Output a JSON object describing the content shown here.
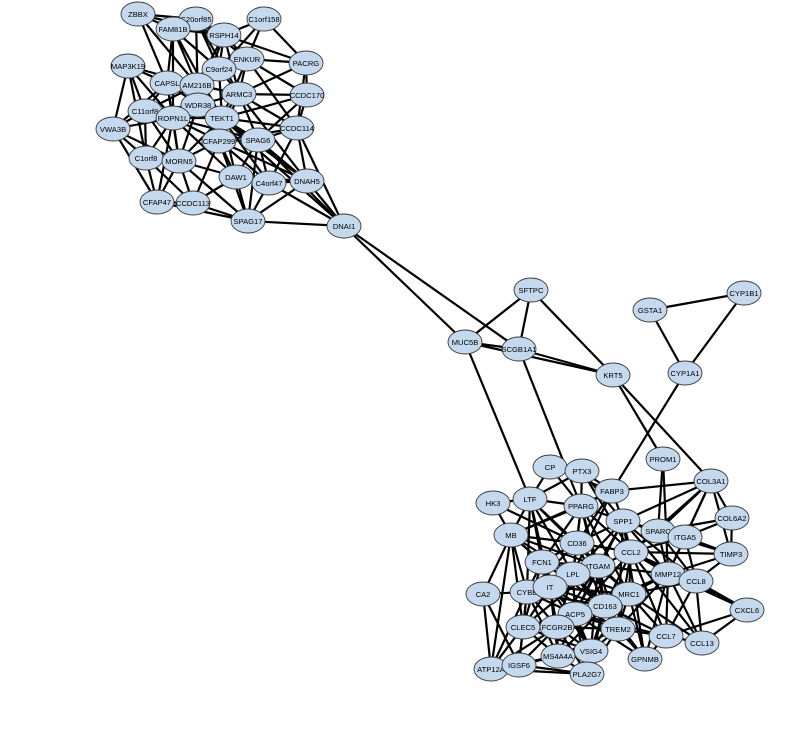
{
  "nodes": [
    "ZBBX",
    "C20orf85",
    "FAM81B",
    "C1orf158",
    "RSPH14",
    "ENKUR",
    "PACRG",
    "MAP3K19",
    "CAPSL",
    "C9orf24",
    "TMEM216B",
    "ARMC3",
    "CCDC170",
    "WDR38",
    "C11orf88",
    "ROPN1L",
    "TEKT1",
    "CCDC114",
    "VWA3B",
    "CFAP299",
    "SPAG6",
    "C1orf87",
    "MORN5",
    "DAW1",
    "C4orf47",
    "DNAH5",
    "CFAP47",
    "CCDC113",
    "SPAG17",
    "DNAI1",
    "SFTPC",
    "GSTA1",
    "CYP1B1",
    "MUC5B",
    "SCGB1A1",
    "KRT5",
    "CYP1A1",
    "PROM1",
    "CP",
    "PTX3",
    "HK3",
    "LTF",
    "FABP3",
    "COL3A1",
    "PPARG",
    "SPP1",
    "COL6A2",
    "MB",
    "SPARC",
    "ITGA5",
    "CD36",
    "FCN1",
    "CCL2",
    "TIMP3",
    "ITGAM",
    "LPL",
    "MMP12",
    "CCL8",
    "CA2",
    "CYBB",
    "ITGB2",
    "MRC1",
    "CD163",
    "CXCL6",
    "ACP5",
    "CLEC5A",
    "FCGR2B",
    "TREM2",
    "CCL7",
    "CCL13",
    "VSIG4",
    "MS4A4A",
    "GPNMB",
    "ATP12A",
    "IGSF6",
    "PLA2G7"
  ],
  "labels": {
    "ZBBX": "ZBBX",
    "C20orf85": "C20orf85",
    "FAM81B": "FAM81B",
    "C1orf158": "C1orf158",
    "RSPH14": "RSPH14",
    "ENKUR": "ENKUR",
    "PACRG": "PACRG",
    "MAP3K19": "MAP3K19",
    "CAPSL": "CAPSL",
    "C9orf24": "C9orf24",
    "TMEM216B": "AM216B",
    "ARMC3": "ARMC3",
    "CCDC170": "CCDC170",
    "WDR38": "WDR38",
    "C11orf88": "C11orf8",
    "ROPN1L": "ROPN1L",
    "TEKT1": "TEKT1",
    "CCDC114": "CCDC114",
    "VWA3B": "VWA3B",
    "CFAP299": "CFAP299",
    "SPAG6": "SPAG6",
    "C1orf87": "C1orf8",
    "MORN5": "MORN5",
    "DAW1": "DAW1",
    "C4orf47": "C4orf47",
    "DNAH5": "DNAH5",
    "CFAP47": "CFAP47",
    "CCDC113": "CCDC113",
    "SPAG17": "SPAG17",
    "DNAI1": "DNAI1",
    "SFTPC": "SFTPC",
    "GSTA1": "GSTA1",
    "CYP1B1": "CYP1B1",
    "MUC5B": "MUC5B",
    "SCGB1A1": "SCGB1A1",
    "KRT5": "KRT5",
    "CYP1A1": "CYP1A1",
    "PROM1": "PROM1",
    "CP": "CP",
    "PTX3": "PTX3",
    "HK3": "HK3",
    "LTF": "LTF",
    "FABP3": "FABP3",
    "COL3A1": "COL3A1",
    "PPARG": "PPARG",
    "SPP1": "SPP1",
    "COL6A2": "COL6A2",
    "MB": "MB",
    "SPARC": "SPARC",
    "ITGA5": "ITGA5",
    "CD36": "CD36",
    "FCN1": "FCN1",
    "CCL2": "CCL2",
    "TIMP3": "TIMP3",
    "ITGAM": "ITGAM",
    "LPL": "LPL",
    "MMP12": "MMP12",
    "CCL8": "CCL8",
    "CA2": "CA2",
    "CYBB": "CYBB",
    "ITGB2": "IT",
    "MRC1": "MRC1",
    "CD163": "CD163",
    "CXCL6": "CXCL6",
    "ACP5": "ACP5",
    "CLEC5A": "CLEC5",
    "FCGR2B": "FCGR2B",
    "TREM2": "TREM2",
    "CCL7": "CCL7",
    "CCL13": "CCL13",
    "VSIG4": "VSIG4",
    "MS4A4A": "MS4A4A",
    "GPNMB": "GPNMB",
    "ATP12A": "ATP12A",
    "IGSF6": "IGSF6",
    "PLA2G7": "PLA2G7"
  },
  "colors": {
    "node_fill": "#c5d9ee",
    "node_stroke": "#3c3c3c",
    "edge": "#000000",
    "background": "#ffffff"
  },
  "edges": [
    [
      "ZBBX",
      "FAM81B"
    ],
    [
      "ZBBX",
      "C20orf85"
    ],
    [
      "ZBBX",
      "CAPSL"
    ],
    [
      "ZBBX",
      "RSPH14"
    ],
    [
      "ZBBX",
      "TMEM216B"
    ],
    [
      "C20orf85",
      "FAM81B"
    ],
    [
      "C20orf85",
      "RSPH14"
    ],
    [
      "C20orf85",
      "ENKUR"
    ],
    [
      "C20orf85",
      "WDR38"
    ],
    [
      "C20orf85",
      "C9orf24"
    ],
    [
      "C20orf85",
      "ARMC3"
    ],
    [
      "FAM81B",
      "RSPH14"
    ],
    [
      "FAM81B",
      "CAPSL"
    ],
    [
      "FAM81B",
      "TMEM216B"
    ],
    [
      "FAM81B",
      "C9orf24"
    ],
    [
      "FAM81B",
      "ROPN1L"
    ],
    [
      "FAM81B",
      "TEKT1"
    ],
    [
      "C1orf158",
      "ENKUR"
    ],
    [
      "C1orf158",
      "PACRG"
    ],
    [
      "C1orf158",
      "RSPH14"
    ],
    [
      "C1orf158",
      "C9orf24"
    ],
    [
      "RSPH14",
      "ENKUR"
    ],
    [
      "RSPH14",
      "PACRG"
    ],
    [
      "RSPH14",
      "C9orf24"
    ],
    [
      "RSPH14",
      "TMEM216B"
    ],
    [
      "RSPH14",
      "ARMC3"
    ],
    [
      "RSPH14",
      "WDR38"
    ],
    [
      "ENKUR",
      "PACRG"
    ],
    [
      "ENKUR",
      "ARMC3"
    ],
    [
      "ENKUR",
      "C9orf24"
    ],
    [
      "ENKUR",
      "TMEM216B"
    ],
    [
      "ENKUR",
      "CCDC170"
    ],
    [
      "ENKUR",
      "TEKT1"
    ],
    [
      "ENKUR",
      "CCDC114"
    ],
    [
      "PACRG",
      "CCDC170"
    ],
    [
      "PACRG",
      "ARMC3"
    ],
    [
      "PACRG",
      "CCDC114"
    ],
    [
      "MAP3K19",
      "CAPSL"
    ],
    [
      "MAP3K19",
      "C11orf88"
    ],
    [
      "MAP3K19",
      "VWA3B"
    ],
    [
      "MAP3K19",
      "TMEM216B"
    ],
    [
      "MAP3K19",
      "ROPN1L"
    ],
    [
      "MAP3K19",
      "C1orf87"
    ],
    [
      "CAPSL",
      "TMEM216B"
    ],
    [
      "CAPSL",
      "C11orf88"
    ],
    [
      "CAPSL",
      "ROPN1L"
    ],
    [
      "CAPSL",
      "WDR38"
    ],
    [
      "CAPSL",
      "C9orf24"
    ],
    [
      "CAPSL",
      "MORN5"
    ],
    [
      "CAPSL",
      "VWA3B"
    ],
    [
      "C9orf24",
      "TMEM216B"
    ],
    [
      "C9orf24",
      "ARMC3"
    ],
    [
      "C9orf24",
      "WDR38"
    ],
    [
      "C9orf24",
      "TEKT1"
    ],
    [
      "TMEM216B",
      "ARMC3"
    ],
    [
      "TMEM216B",
      "WDR38"
    ],
    [
      "TMEM216B",
      "ROPN1L"
    ],
    [
      "TMEM216B",
      "TEKT1"
    ],
    [
      "TMEM216B",
      "C11orf88"
    ],
    [
      "TMEM216B",
      "CFAP299"
    ],
    [
      "ARMC3",
      "CCDC170"
    ],
    [
      "ARMC3",
      "CCDC114"
    ],
    [
      "ARMC3",
      "WDR38"
    ],
    [
      "ARMC3",
      "TEKT1"
    ],
    [
      "ARMC3",
      "SPAG6"
    ],
    [
      "ARMC3",
      "CFAP299"
    ],
    [
      "ARMC3",
      "DNAH5"
    ],
    [
      "CCDC170",
      "CCDC114"
    ],
    [
      "CCDC170",
      "TEKT1"
    ],
    [
      "CCDC170",
      "SPAG6"
    ],
    [
      "WDR38",
      "ROPN1L"
    ],
    [
      "WDR38",
      "TEKT1"
    ],
    [
      "WDR38",
      "C11orf88"
    ],
    [
      "WDR38",
      "CFAP299"
    ],
    [
      "WDR38",
      "SPAG6"
    ],
    [
      "WDR38",
      "MORN5"
    ],
    [
      "C11orf88",
      "ROPN1L"
    ],
    [
      "C11orf88",
      "VWA3B"
    ],
    [
      "C11orf88",
      "C1orf87"
    ],
    [
      "C11orf88",
      "MORN5"
    ],
    [
      "C11orf88",
      "TEKT1"
    ],
    [
      "ROPN1L",
      "TEKT1"
    ],
    [
      "ROPN1L",
      "MORN5"
    ],
    [
      "ROPN1L",
      "C1orf87"
    ],
    [
      "ROPN1L",
      "CFAP299"
    ],
    [
      "ROPN1L",
      "VWA3B"
    ],
    [
      "ROPN1L",
      "CFAP47"
    ],
    [
      "ROPN1L",
      "DAW1"
    ],
    [
      "ROPN1L",
      "SPAG6"
    ],
    [
      "TEKT1",
      "CFAP299"
    ],
    [
      "TEKT1",
      "SPAG6"
    ],
    [
      "TEKT1",
      "CCDC114"
    ],
    [
      "TEKT1",
      "MORN5"
    ],
    [
      "TEKT1",
      "DAW1"
    ],
    [
      "TEKT1",
      "C4orf47"
    ],
    [
      "TEKT1",
      "DNAH5"
    ],
    [
      "TEKT1",
      "DNAI1"
    ],
    [
      "CCDC114",
      "SPAG6"
    ],
    [
      "CCDC114",
      "DNAH5"
    ],
    [
      "CCDC114",
      "CFAP299"
    ],
    [
      "CCDC114",
      "C4orf47"
    ],
    [
      "CCDC114",
      "DNAI1"
    ],
    [
      "VWA3B",
      "C1orf87"
    ],
    [
      "VWA3B",
      "MORN5"
    ],
    [
      "VWA3B",
      "CFAP47"
    ],
    [
      "CFAP299",
      "SPAG6"
    ],
    [
      "CFAP299",
      "MORN5"
    ],
    [
      "CFAP299",
      "DAW1"
    ],
    [
      "CFAP299",
      "C4orf47"
    ],
    [
      "CFAP299",
      "DNAH5"
    ],
    [
      "CFAP299",
      "CCDC113"
    ],
    [
      "CFAP299",
      "SPAG17"
    ],
    [
      "SPAG6",
      "DAW1"
    ],
    [
      "SPAG6",
      "C4orf47"
    ],
    [
      "SPAG6",
      "DNAH5"
    ],
    [
      "SPAG6",
      "SPAG17"
    ],
    [
      "SPAG6",
      "DNAI1"
    ],
    [
      "C1orf87",
      "MORN5"
    ],
    [
      "C1orf87",
      "CFAP47"
    ],
    [
      "C1orf87",
      "CCDC113"
    ],
    [
      "MORN5",
      "CFAP47"
    ],
    [
      "MORN5",
      "CCDC113"
    ],
    [
      "MORN5",
      "DAW1"
    ],
    [
      "MORN5",
      "SPAG17"
    ],
    [
      "DAW1",
      "C4orf47"
    ],
    [
      "DAW1",
      "DNAH5"
    ],
    [
      "DAW1",
      "SPAG17"
    ],
    [
      "DAW1",
      "CCDC113"
    ],
    [
      "C4orf47",
      "DNAH5"
    ],
    [
      "C4orf47",
      "SPAG17"
    ],
    [
      "C4orf47",
      "DNAI1"
    ],
    [
      "DNAH5",
      "DNAI1"
    ],
    [
      "DNAH5",
      "SPAG17"
    ],
    [
      "CFAP47",
      "CCDC113"
    ],
    [
      "CFAP47",
      "SPAG17"
    ],
    [
      "CCDC113",
      "SPAG17"
    ],
    [
      "SPAG17",
      "DNAI1"
    ],
    [
      "DNAI1",
      "MUC5B"
    ],
    [
      "DNAI1",
      "SCGB1A1"
    ],
    [
      "SFTPC",
      "MUC5B"
    ],
    [
      "SFTPC",
      "SCGB1A1"
    ],
    [
      "SFTPC",
      "KRT5"
    ],
    [
      "MUC5B",
      "SCGB1A1"
    ],
    [
      "MUC5B",
      "KRT5"
    ],
    [
      "MUC5B",
      "LTF"
    ],
    [
      "SCGB1A1",
      "KRT5"
    ],
    [
      "SCGB1A1",
      "PPARG"
    ],
    [
      "KRT5",
      "COL3A1"
    ],
    [
      "KRT5",
      "PROM1"
    ],
    [
      "GSTA1",
      "CYP1B1"
    ],
    [
      "GSTA1",
      "CYP1A1"
    ],
    [
      "CYP1B1",
      "CYP1A1"
    ],
    [
      "CYP1A1",
      "FABP3"
    ],
    [
      "PROM1",
      "SPARC"
    ],
    [
      "PROM1",
      "MMP12"
    ],
    [
      "CP",
      "PTX3"
    ],
    [
      "CP",
      "LTF"
    ],
    [
      "CP",
      "PPARG"
    ],
    [
      "CP",
      "FABP3"
    ],
    [
      "PTX3",
      "LTF"
    ],
    [
      "PTX3",
      "SPP1"
    ],
    [
      "PTX3",
      "PPARG"
    ],
    [
      "PTX3",
      "FABP3"
    ],
    [
      "PTX3",
      "CCL2"
    ],
    [
      "HK3",
      "LTF"
    ],
    [
      "HK3",
      "MB"
    ],
    [
      "HK3",
      "CD36"
    ],
    [
      "LTF",
      "MB"
    ],
    [
      "LTF",
      "PPARG"
    ],
    [
      "LTF",
      "CD36"
    ],
    [
      "LTF",
      "FCN1"
    ],
    [
      "LTF",
      "CYBB"
    ],
    [
      "LTF",
      "ITGAM"
    ],
    [
      "LTF",
      "ITGB2"
    ],
    [
      "LTF",
      "LPL"
    ],
    [
      "FABP3",
      "PPARG"
    ],
    [
      "FABP3",
      "SPP1"
    ],
    [
      "FABP3",
      "CD36"
    ],
    [
      "FABP3",
      "LPL"
    ],
    [
      "FABP3",
      "COL3A1"
    ],
    [
      "FABP3",
      "MB"
    ],
    [
      "COL3A1",
      "SPP1"
    ],
    [
      "COL3A1",
      "SPARC"
    ],
    [
      "COL3A1",
      "COL6A2"
    ],
    [
      "COL3A1",
      "TIMP3"
    ],
    [
      "COL3A1",
      "ITGA5"
    ],
    [
      "COL3A1",
      "CCL2"
    ],
    [
      "COL3A1",
      "MMP12"
    ],
    [
      "PPARG",
      "SPP1"
    ],
    [
      "PPARG",
      "CD36"
    ],
    [
      "PPARG",
      "LPL"
    ],
    [
      "PPARG",
      "MB"
    ],
    [
      "PPARG",
      "ITGAM"
    ],
    [
      "PPARG",
      "CCL2"
    ],
    [
      "PPARG",
      "FCN1"
    ],
    [
      "PPARG",
      "MRC1"
    ],
    [
      "PPARG",
      "CD163"
    ],
    [
      "SPP1",
      "CCL2"
    ],
    [
      "SPP1",
      "SPARC"
    ],
    [
      "SPP1",
      "ITGA5"
    ],
    [
      "SPP1",
      "MMP12"
    ],
    [
      "SPP1",
      "CD36"
    ],
    [
      "SPP1",
      "ITGAM"
    ],
    [
      "SPP1",
      "CCL8"
    ],
    [
      "SPP1",
      "ACP5"
    ],
    [
      "SPP1",
      "TREM2"
    ],
    [
      "SPP1",
      "TIMP3"
    ],
    [
      "SPP1",
      "GPNMB"
    ],
    [
      "SPP1",
      "LPL"
    ],
    [
      "COL6A2",
      "SPARC"
    ],
    [
      "COL6A2",
      "TIMP3"
    ],
    [
      "COL6A2",
      "ITGA5"
    ],
    [
      "MB",
      "CD36"
    ],
    [
      "MB",
      "FCN1"
    ],
    [
      "MB",
      "CYBB"
    ],
    [
      "MB",
      "ITGAM"
    ],
    [
      "MB",
      "LPL"
    ],
    [
      "MB",
      "CA2"
    ],
    [
      "MB",
      "ATP12A"
    ],
    [
      "MB",
      "CLEC5A"
    ],
    [
      "SPARC",
      "ITGA5"
    ],
    [
      "SPARC",
      "CCL2"
    ],
    [
      "SPARC",
      "MMP12"
    ],
    [
      "SPARC",
      "TIMP3"
    ],
    [
      "SPARC",
      "CCL8"
    ],
    [
      "ITGA5",
      "CCL2"
    ],
    [
      "ITGA5",
      "MMP12"
    ],
    [
      "ITGA5",
      "TIMP3"
    ],
    [
      "ITGA5",
      "CCL8"
    ],
    [
      "CD36",
      "FCN1"
    ],
    [
      "CD36",
      "ITGAM"
    ],
    [
      "CD36",
      "LPL"
    ],
    [
      "CD36",
      "CCL2"
    ],
    [
      "CD36",
      "MRC1"
    ],
    [
      "CD36",
      "CD163"
    ],
    [
      "CD36",
      "CYBB"
    ],
    [
      "FCN1",
      "ITGAM"
    ],
    [
      "FCN1",
      "LPL"
    ],
    [
      "FCN1",
      "CYBB"
    ],
    [
      "FCN1",
      "ITGB2"
    ],
    [
      "FCN1",
      "CD163"
    ],
    [
      "FCN1",
      "VSIG4"
    ],
    [
      "FCN1",
      "CLEC5A"
    ],
    [
      "CCL2",
      "ITGAM"
    ],
    [
      "CCL2",
      "MMP12"
    ],
    [
      "CCL2",
      "CCL8"
    ],
    [
      "CCL2",
      "MRC1"
    ],
    [
      "CCL2",
      "CD163"
    ],
    [
      "CCL2",
      "CCL7"
    ],
    [
      "CCL2",
      "CCL13"
    ],
    [
      "CCL2",
      "CXCL6"
    ],
    [
      "CCL2",
      "TIMP3"
    ],
    [
      "CCL2",
      "TREM2"
    ],
    [
      "CCL2",
      "ACP5"
    ],
    [
      "ITGAM",
      "LPL"
    ],
    [
      "ITGAM",
      "ITGB2"
    ],
    [
      "ITGAM",
      "CYBB"
    ],
    [
      "ITGAM",
      "MRC1"
    ],
    [
      "ITGAM",
      "CD163"
    ],
    [
      "ITGAM",
      "ACP5"
    ],
    [
      "ITGAM",
      "FCGR2B"
    ],
    [
      "ITGAM",
      "TREM2"
    ],
    [
      "ITGAM",
      "CLEC5A"
    ],
    [
      "ITGAM",
      "MMP12"
    ],
    [
      "ITGAM",
      "VSIG4"
    ],
    [
      "LPL",
      "MRC1"
    ],
    [
      "LPL",
      "CD163"
    ],
    [
      "LPL",
      "ACP5"
    ],
    [
      "LPL",
      "ITGB2"
    ],
    [
      "LPL",
      "TREM2"
    ],
    [
      "LPL",
      "GPNMB"
    ],
    [
      "LPL",
      "FCGR2B"
    ],
    [
      "MMP12",
      "CCL8"
    ],
    [
      "MMP12",
      "CCL7"
    ],
    [
      "MMP12",
      "CCL13"
    ],
    [
      "MMP12",
      "MRC1"
    ],
    [
      "MMP12",
      "CD163"
    ],
    [
      "MMP12",
      "ACP5"
    ],
    [
      "MMP12",
      "TREM2"
    ],
    [
      "MMP12",
      "GPNMB"
    ],
    [
      "MMP12",
      "CXCL6"
    ],
    [
      "MMP12",
      "TIMP3"
    ],
    [
      "CCL8",
      "CCL7"
    ],
    [
      "CCL8",
      "CCL13"
    ],
    [
      "CCL8",
      "CXCL6"
    ],
    [
      "CCL8",
      "MRC1"
    ],
    [
      "CCL8",
      "TIMP3"
    ],
    [
      "CA2",
      "CYBB"
    ],
    [
      "CA2",
      "ATP12A"
    ],
    [
      "CA2",
      "IGSF6"
    ],
    [
      "CYBB",
      "ITGB2"
    ],
    [
      "CYBB",
      "CLEC5A"
    ],
    [
      "CYBB",
      "FCGR2B"
    ],
    [
      "CYBB",
      "MS4A4A"
    ],
    [
      "CYBB",
      "ACP5"
    ],
    [
      "CYBB",
      "IGSF6"
    ],
    [
      "CYBB",
      "ATP12A"
    ],
    [
      "CYBB",
      "CD163"
    ],
    [
      "ITGB2",
      "ACP5"
    ],
    [
      "ITGB2",
      "CLEC5A"
    ],
    [
      "ITGB2",
      "FCGR2B"
    ],
    [
      "ITGB2",
      "MRC1"
    ],
    [
      "ITGB2",
      "CD163"
    ],
    [
      "ITGB2",
      "MS4A4A"
    ],
    [
      "ITGB2",
      "VSIG4"
    ],
    [
      "ITGB2",
      "TREM2"
    ],
    [
      "MRC1",
      "CD163"
    ],
    [
      "MRC1",
      "ACP5"
    ],
    [
      "MRC1",
      "TREM2"
    ],
    [
      "MRC1",
      "CCL7"
    ],
    [
      "MRC1",
      "CCL13"
    ],
    [
      "MRC1",
      "VSIG4"
    ],
    [
      "MRC1",
      "FCGR2B"
    ],
    [
      "MRC1",
      "GPNMB"
    ],
    [
      "CD163",
      "ACP5"
    ],
    [
      "CD163",
      "FCGR2B"
    ],
    [
      "CD163",
      "TREM2"
    ],
    [
      "CD163",
      "VSIG4"
    ],
    [
      "CD163",
      "MS4A4A"
    ],
    [
      "CD163",
      "CCL7"
    ],
    [
      "CD163",
      "GPNMB"
    ],
    [
      "CD163",
      "CLEC5A"
    ],
    [
      "CD163",
      "PLA2G7"
    ],
    [
      "CXCL6",
      "CCL13"
    ],
    [
      "CXCL6",
      "CCL7"
    ],
    [
      "ACP5",
      "FCGR2B"
    ],
    [
      "ACP5",
      "TREM2"
    ],
    [
      "ACP5",
      "VSIG4"
    ],
    [
      "ACP5",
      "MS4A4A"
    ],
    [
      "ACP5",
      "CLEC5A"
    ],
    [
      "ACP5",
      "GPNMB"
    ],
    [
      "ACP5",
      "PLA2G7"
    ],
    [
      "ACP5",
      "CCL7"
    ],
    [
      "CLEC5A",
      "FCGR2B"
    ],
    [
      "CLEC5A",
      "MS4A4A"
    ],
    [
      "CLEC5A",
      "IGSF6"
    ],
    [
      "CLEC5A",
      "ATP12A"
    ],
    [
      "CLEC5A",
      "VSIG4"
    ],
    [
      "FCGR2B",
      "VSIG4"
    ],
    [
      "FCGR2B",
      "MS4A4A"
    ],
    [
      "FCGR2B",
      "TREM2"
    ],
    [
      "FCGR2B",
      "IGSF6"
    ],
    [
      "FCGR2B",
      "PLA2G7"
    ],
    [
      "FCGR2B",
      "ATP12A"
    ],
    [
      "TREM2",
      "VSIG4"
    ],
    [
      "TREM2",
      "GPNMB"
    ],
    [
      "TREM2",
      "CCL7"
    ],
    [
      "TREM2",
      "PLA2G7"
    ],
    [
      "TREM2",
      "MS4A4A"
    ],
    [
      "CCL7",
      "CCL13"
    ],
    [
      "CCL7",
      "GPNMB"
    ],
    [
      "VSIG4",
      "MS4A4A"
    ],
    [
      "VSIG4",
      "PLA2G7"
    ],
    [
      "MS4A4A",
      "IGSF6"
    ],
    [
      "MS4A4A",
      "PLA2G7"
    ],
    [
      "MS4A4A",
      "ATP12A"
    ],
    [
      "ATP12A",
      "IGSF6"
    ],
    [
      "IGSF6",
      "PLA2G7"
    ],
    [
      "ATP12A",
      "PLA2G7"
    ]
  ]
}
